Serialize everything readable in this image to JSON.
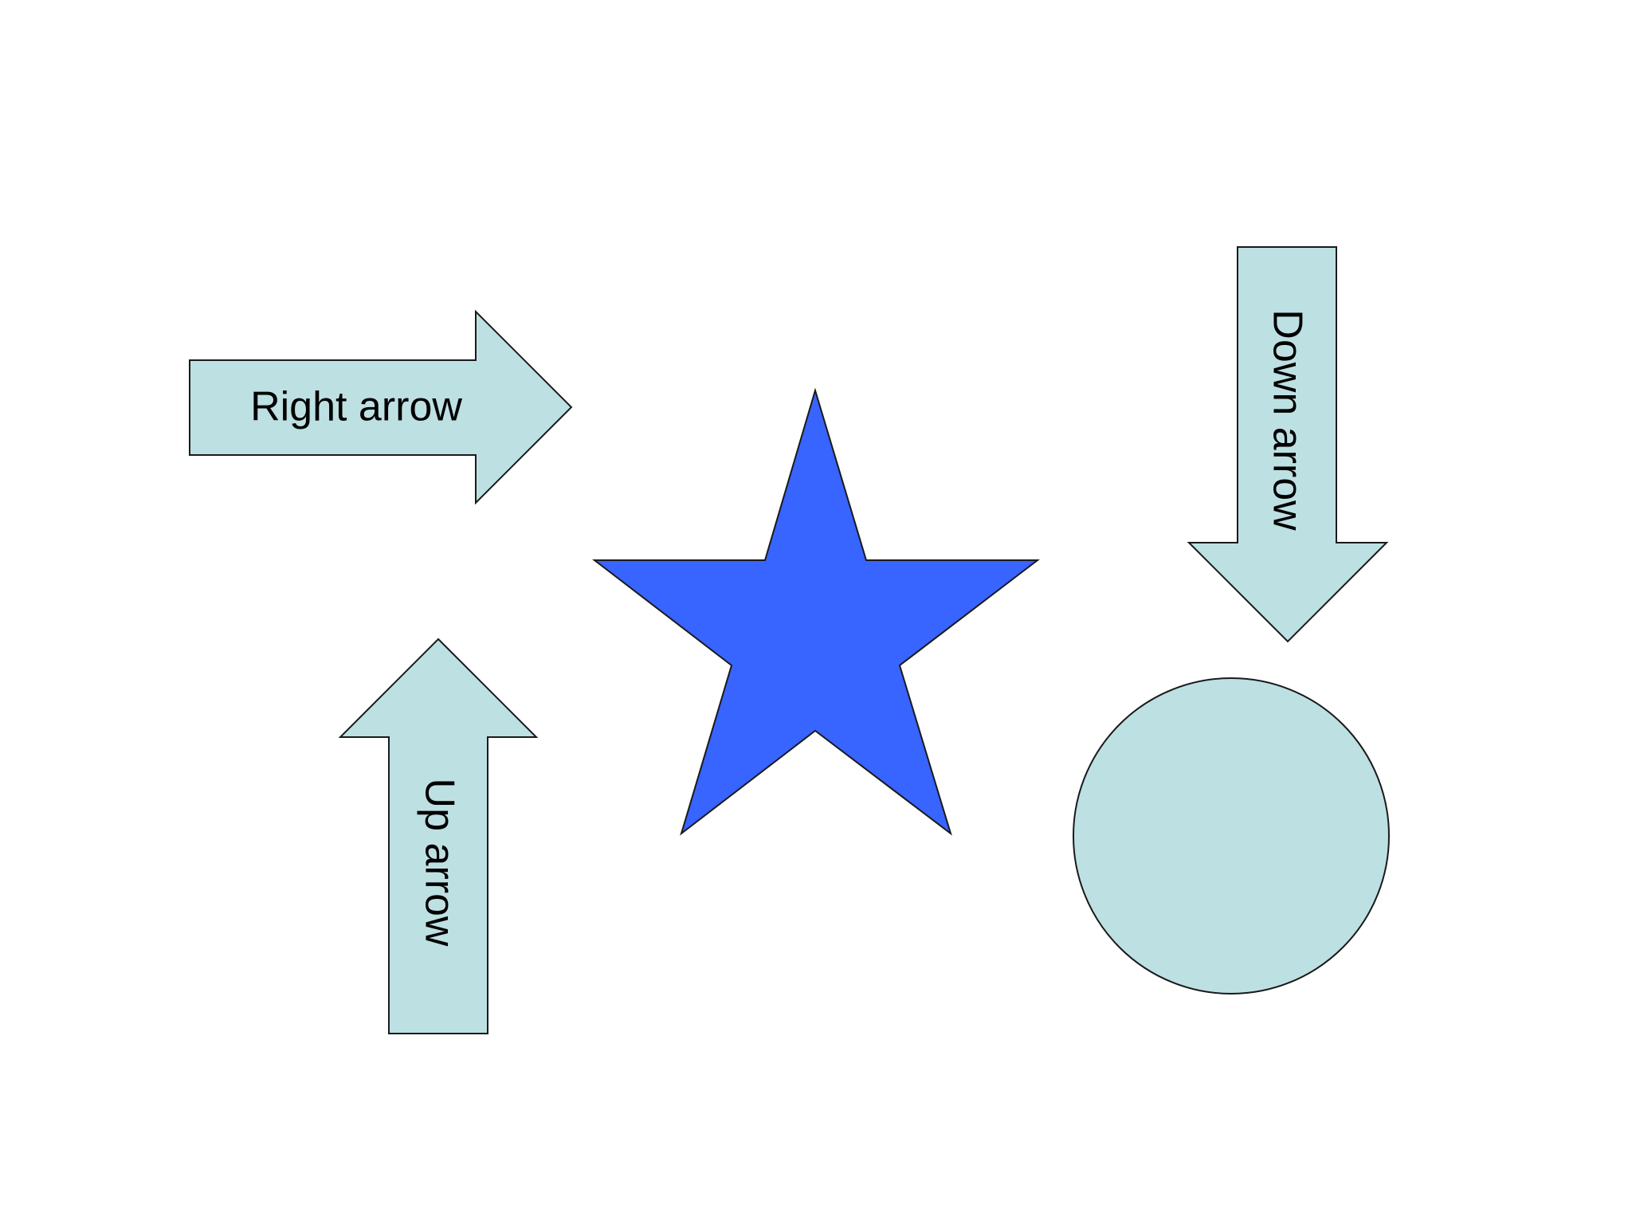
{
  "slide": {
    "colors": {
      "background": "#ffffff",
      "arrow_fill": "#bde0e3",
      "star_fill": "#3864ff",
      "circle_fill": "#bde0e3",
      "outline": "#1a1a1a",
      "text": "#000000"
    },
    "shapes": {
      "right_arrow": {
        "label": "Right arrow"
      },
      "up_arrow": {
        "label": "Up arrow"
      },
      "down_arrow": {
        "label": "Down arrow"
      },
      "star": {},
      "circle": {}
    }
  }
}
